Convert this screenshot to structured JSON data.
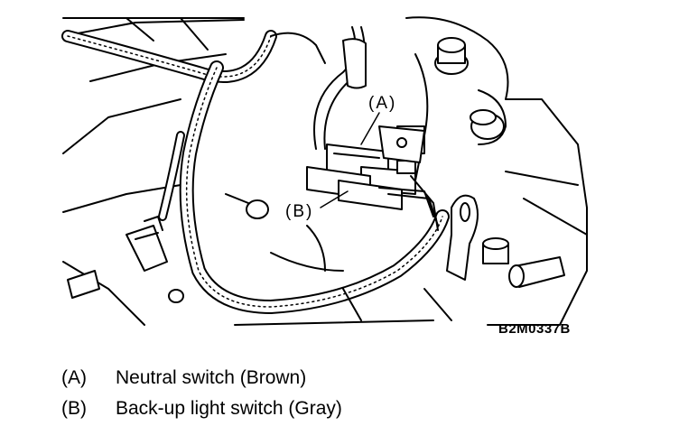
{
  "callouts": {
    "a": "(A)",
    "b": "(B)"
  },
  "figure_code": "B2M0337B",
  "legend": [
    {
      "key": "(A)",
      "text": "Neutral switch (Brown)"
    },
    {
      "key": "(B)",
      "text": "Back-up light switch (Gray)"
    }
  ],
  "colors": {
    "ink": "#000000",
    "paper": "#ffffff"
  }
}
